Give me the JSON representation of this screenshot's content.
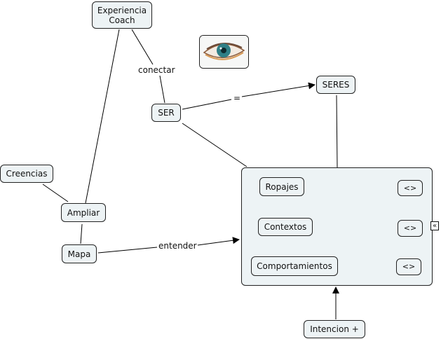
{
  "concept_map": {
    "nodes": {
      "experiencia_coach": "Experiencia\nCoach",
      "ser": "SER",
      "seres": "SERES",
      "creencias": "Creencias",
      "ampliar": "Ampliar",
      "mapa": "Mapa",
      "intencion": "Intencion +",
      "ropajes": "Ropajes",
      "contextos": "Contextos",
      "comportamientos": "Comportamientos",
      "toggle_1": "<>",
      "toggle_2": "<>",
      "toggle_3": "<>"
    },
    "linking_phrases": {
      "conectar": "conectar",
      "equals": "=",
      "entender": "entender"
    },
    "image_node": "eye-image",
    "collapse_control": "«",
    "colors": {
      "node_fill": "#edf3f5",
      "border": "#222222",
      "eye_iris": "#2f7f86"
    }
  }
}
